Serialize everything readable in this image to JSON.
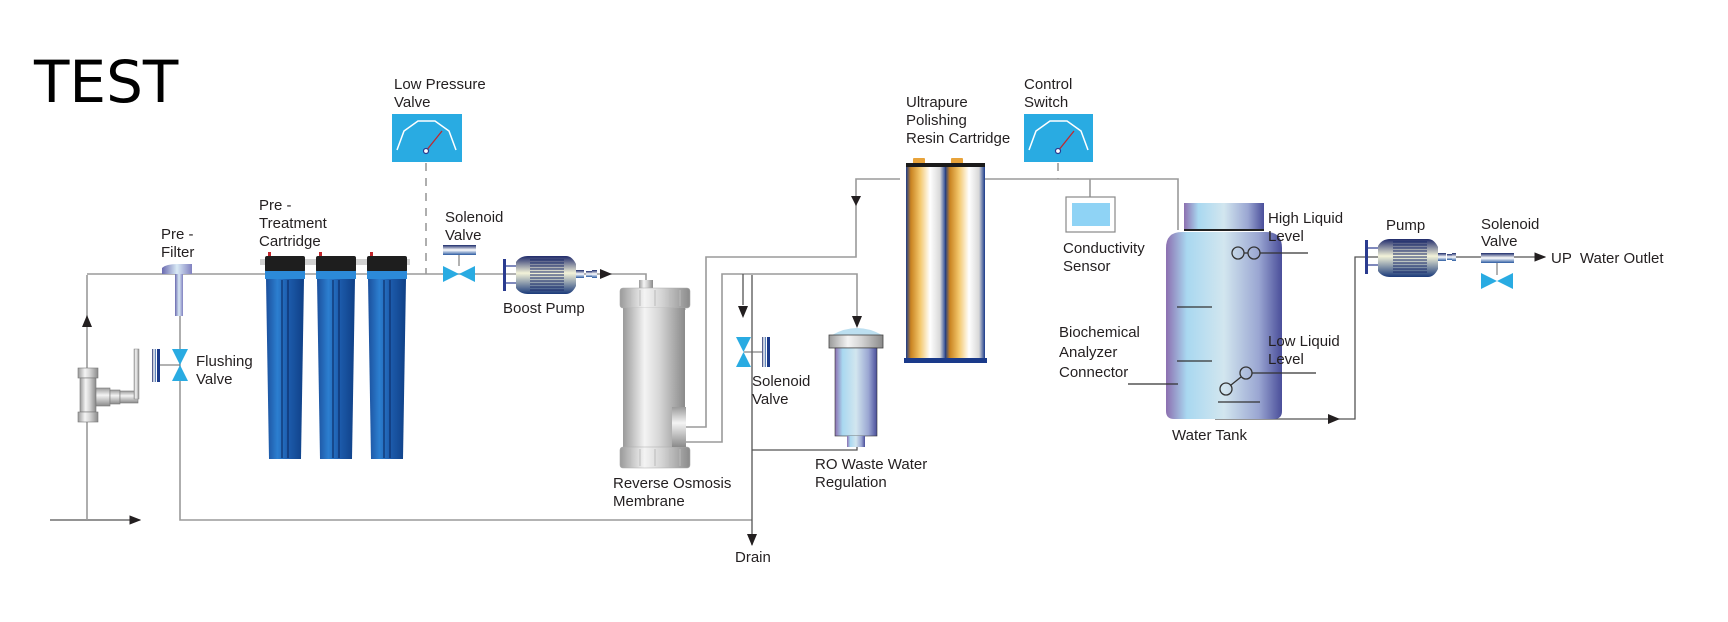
{
  "title": "TEST",
  "components": {
    "pre_filter": {
      "label_l1": "Pre -",
      "label_l2": "Filter"
    },
    "flushing_valve": {
      "label_l1": "Flushing",
      "label_l2": "Valve"
    },
    "pretreatment": {
      "label_l1": "Pre -",
      "label_l2": "Treatment",
      "label_l3": "Cartridge"
    },
    "low_pressure_valve": {
      "label_l1": "Low Pressure",
      "label_l2": "Valve"
    },
    "solenoid_valve_1": {
      "label_l1": "Solenoid",
      "label_l2": "Valve"
    },
    "boost_pump": {
      "label": "Boost Pump"
    },
    "ro_membrane": {
      "label_l1": "Reverse Osmosis",
      "label_l2": "Membrane"
    },
    "solenoid_valve_2": {
      "label_l1": "Solenoid",
      "label_l2": "Valve"
    },
    "ro_waste": {
      "label_l1": "RO Waste Water",
      "label_l2": "Regulation"
    },
    "drain": {
      "label": "Drain"
    },
    "resin_cartridge": {
      "label_l1": "Ultrapure",
      "label_l2": "Polishing",
      "label_l3": "Resin Cartridge"
    },
    "control_switch": {
      "label_l1": "Control",
      "label_l2": "Switch"
    },
    "conductivity_sensor": {
      "label_l1": "Conductivity",
      "label_l2": "Sensor"
    },
    "biochem_connector": {
      "label_l1": "Biochemical",
      "label_l2": "Analyzer",
      "label_l3": "Connector"
    },
    "high_level": {
      "label_l1": "High Liquid",
      "label_l2": "Level"
    },
    "low_level": {
      "label_l1": "Low Liquid",
      "label_l2": "Level"
    },
    "water_tank": {
      "label": "Water Tank"
    },
    "pump": {
      "label": "Pump"
    },
    "solenoid_valve_3": {
      "label_l1": "Solenoid",
      "label_l2": "Valve"
    },
    "outlet": {
      "label": "UP  Water Outlet"
    }
  },
  "colors": {
    "valve_blue": "#29abe2",
    "gauge_blue": "#29abe2",
    "cartridge_blue": "#1b75bc",
    "pipe_gray": "#9a9a9a",
    "needle_red": "#c1272d",
    "resin_orange": "#e8a33a"
  }
}
